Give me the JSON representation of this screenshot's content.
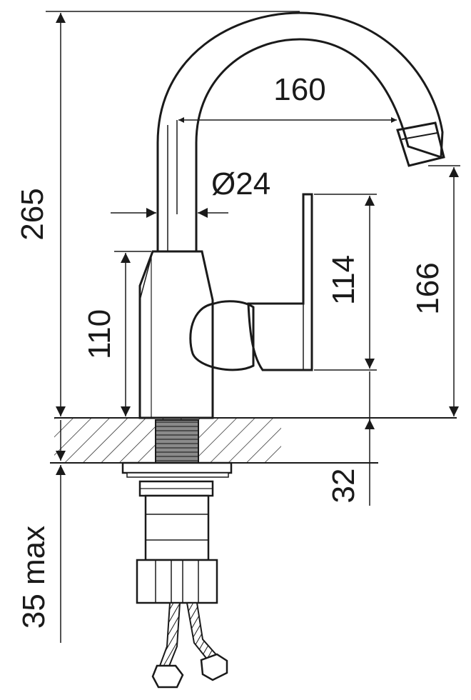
{
  "dimensions": {
    "total_height": "265",
    "spout_reach": "160",
    "spout_diameter": "Ø24",
    "lever_height": "114",
    "outlet_height": "166",
    "body_height": "110",
    "countertop_hole_depth": "32",
    "max_mount_thickness": "35 max"
  },
  "colors": {
    "line": "#1a1a1a",
    "background": "#ffffff"
  }
}
